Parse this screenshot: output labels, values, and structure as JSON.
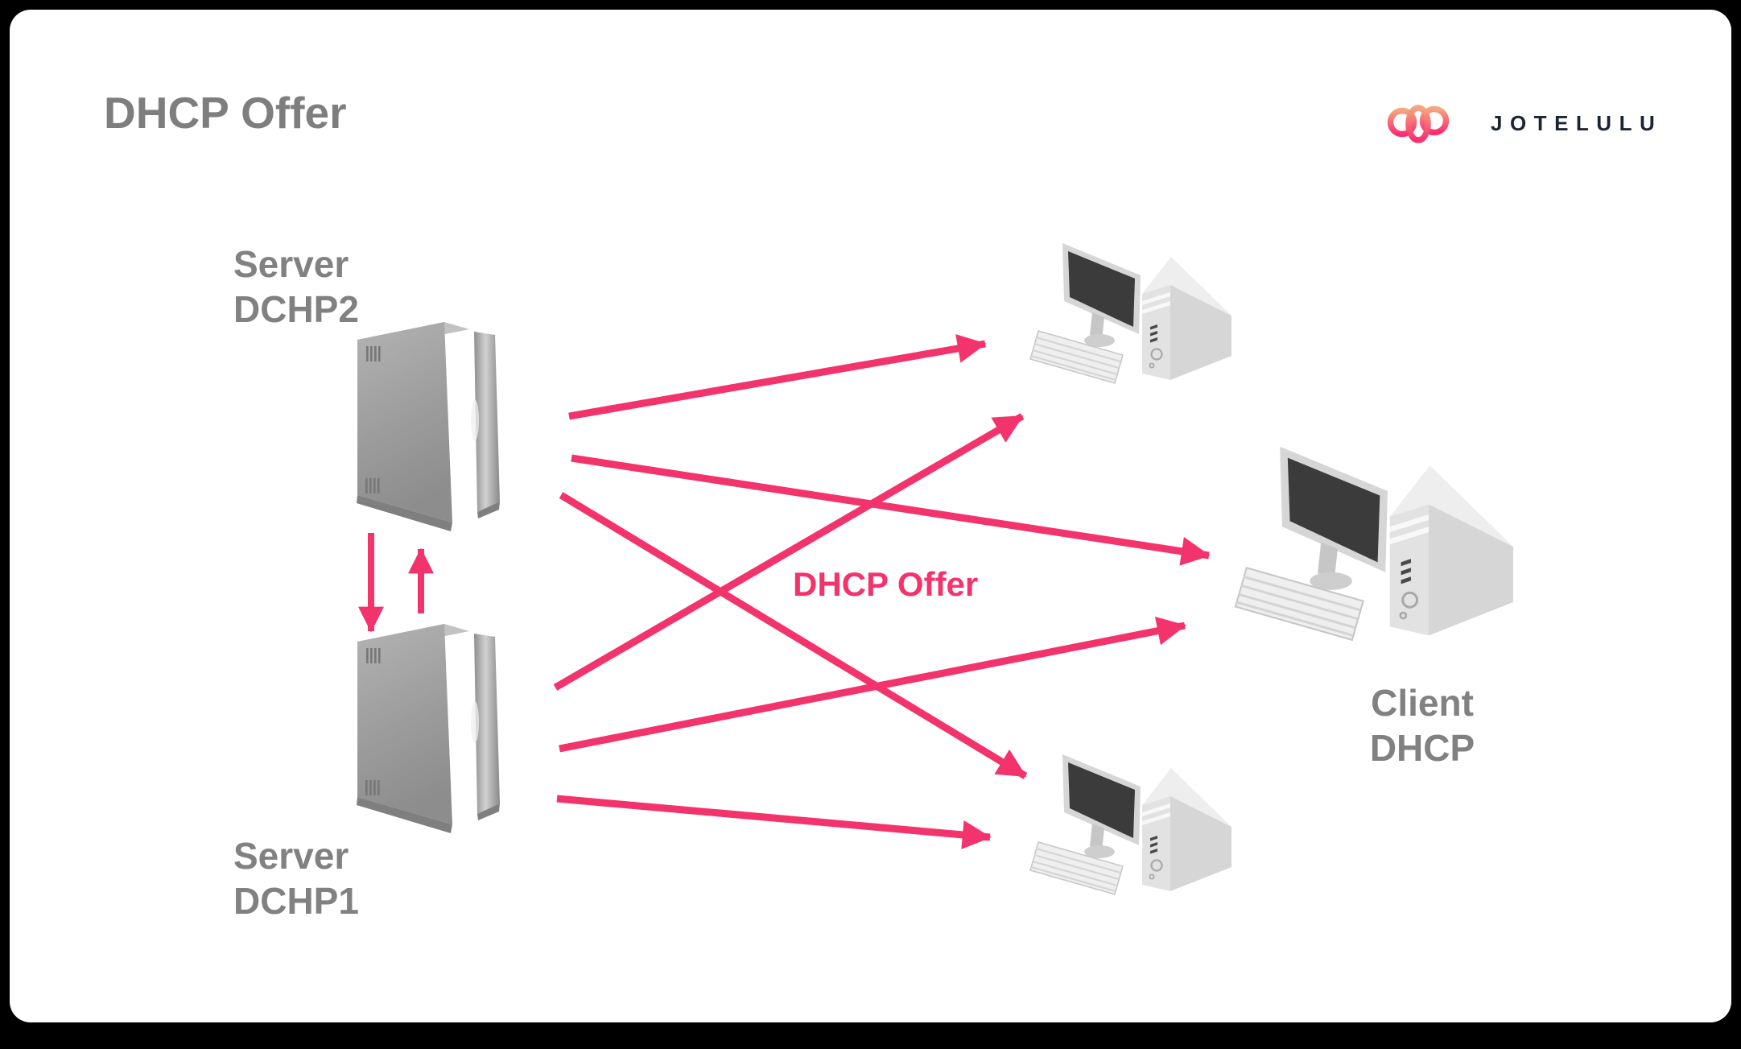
{
  "page": {
    "background_color": "#000000",
    "card_background": "#ffffff",
    "title": "DHCP Offer",
    "title_color": "#7e7e7e"
  },
  "brand": {
    "name": "JOTELULU",
    "wordmark_color": "#1b2433",
    "cloud_icon": "cloud-logo",
    "cloud_gradient_top": "#f4a67e",
    "cloud_gradient_bottom": "#fc2e70"
  },
  "diagram": {
    "accent_color": "#f3336c",
    "flow_label": "DHCP Offer",
    "nodes": [
      {
        "id": "server-dchp2",
        "type": "server-tower",
        "label_line1": "Server",
        "label_line2": "DCHP2"
      },
      {
        "id": "server-dchp1",
        "type": "server-tower",
        "label_line1": "Server",
        "label_line2": "DCHP1"
      },
      {
        "id": "client-top",
        "type": "desktop-computer"
      },
      {
        "id": "client-dhcp",
        "type": "desktop-computer",
        "label_line1": "Client",
        "label_line2": "DHCP"
      },
      {
        "id": "client-bottom",
        "type": "desktop-computer"
      }
    ],
    "edges": [
      {
        "from": "server-dchp2",
        "to": "client-top",
        "kind": "dhcp-offer"
      },
      {
        "from": "server-dchp2",
        "to": "client-dhcp",
        "kind": "dhcp-offer"
      },
      {
        "from": "server-dchp2",
        "to": "client-bottom",
        "kind": "dhcp-offer"
      },
      {
        "from": "server-dchp1",
        "to": "client-top",
        "kind": "dhcp-offer"
      },
      {
        "from": "server-dchp1",
        "to": "client-dhcp",
        "kind": "dhcp-offer"
      },
      {
        "from": "server-dchp1",
        "to": "client-bottom",
        "kind": "dhcp-offer"
      },
      {
        "from": "server-dchp2",
        "to": "server-dchp1",
        "kind": "sync-down-arrow"
      },
      {
        "from": "server-dchp1",
        "to": "server-dchp2",
        "kind": "sync-up-arrow"
      }
    ]
  }
}
